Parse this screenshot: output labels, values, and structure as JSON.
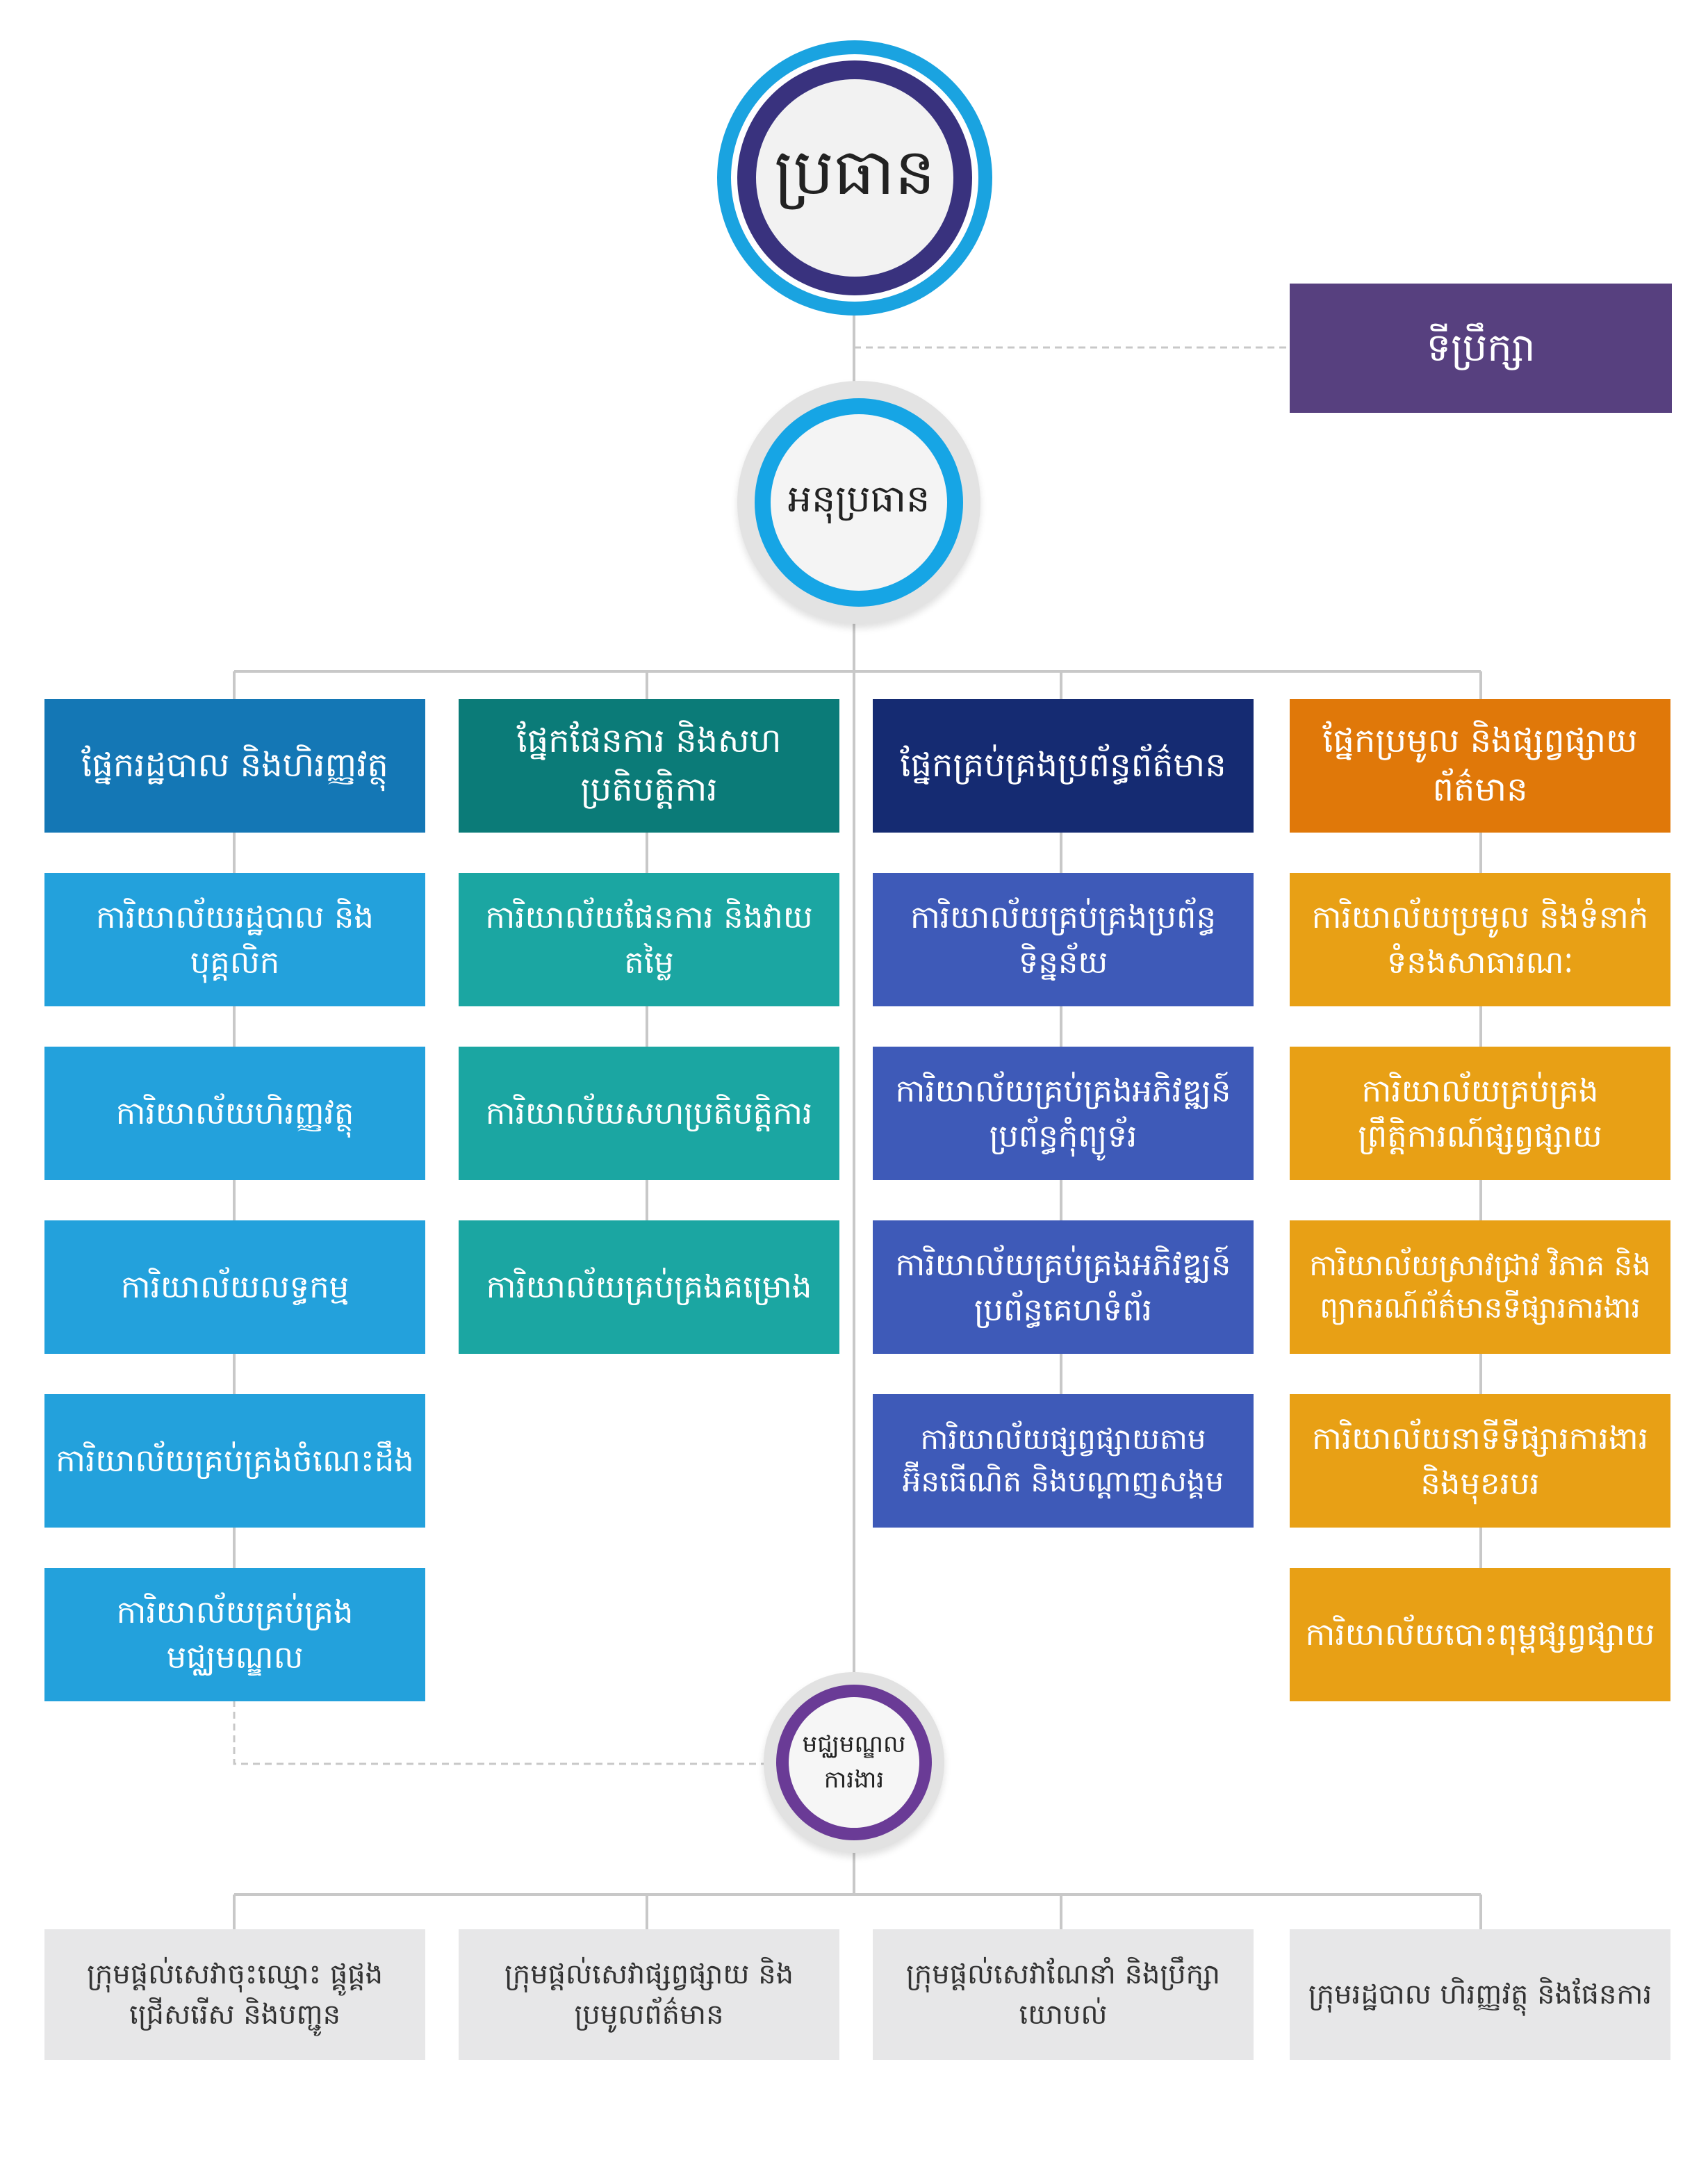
{
  "chairman": {
    "label": "ប្រធាន"
  },
  "advisor": {
    "label": "ទីប្រឹក្សា"
  },
  "vice_chairman": {
    "label": "អនុប្រធាន"
  },
  "departments": [
    {
      "label": "ផ្នែករដ្ឋបាល និងហិរញ្ញវត្ថុ",
      "color": "#1477b5",
      "office_color": "#23a1dc",
      "offices": [
        "ការិយាល័យរដ្ឋបាល និងបុគ្គលិក",
        "ការិយាល័យហិរញ្ញវត្ថុ",
        "ការិយាល័យលទ្ធកម្ម",
        "ការិយាល័យគ្រប់គ្រងចំណេះដឹង",
        "ការិយាល័យគ្រប់គ្រងមជ្ឈមណ្ឌល"
      ]
    },
    {
      "label": "ផ្នែកផែនការ និងសហប្រតិបត្តិការ",
      "color": "#0b7b78",
      "office_color": "#1ba6a2",
      "offices": [
        "ការិយាល័យផែនការ និងវាយតម្លៃ",
        "ការិយាល័យសហប្រតិបត្តិការ",
        "ការិយាល័យគ្រប់គ្រងគម្រោង"
      ]
    },
    {
      "label": "ផ្នែកគ្រប់គ្រងប្រព័ន្ធព័ត៌មាន",
      "color": "#152b72",
      "office_color": "#3e5ab8",
      "offices": [
        "ការិយាល័យគ្រប់គ្រងប្រព័ន្ធទិន្នន័យ",
        "ការិយាល័យគ្រប់គ្រងអភិវឌ្ឍន៍ប្រព័ន្ធកុំព្យូទ័រ",
        "ការិយាល័យគ្រប់គ្រងអភិវឌ្ឍន៍ប្រព័ន្ធគេហទំព័រ",
        "ការិយាល័យផ្សព្វផ្សាយតាមអ៊ីនធើណិត និងបណ្តាញសង្គម"
      ]
    },
    {
      "label": "ផ្នែកប្រមូល និងផ្សព្វផ្សាយព័ត៌មាន",
      "color": "#e07809",
      "office_color": "#e8a015",
      "offices": [
        "ការិយាល័យប្រមូល និងទំនាក់ទំនងសាធារណៈ",
        "ការិយាល័យគ្រប់គ្រងព្រឹត្តិការណ៍ផ្សព្វផ្សាយ",
        "ការិយាល័យស្រាវជ្រាវ វិភាគ និងព្យាករណ៍ព័ត៌មានទីផ្សារការងារ",
        "ការិយាល័យនាទីទីផ្សារការងារ និងមុខរបរ",
        "ការិយាល័យបោះពុម្ពផ្សព្វផ្សាយ"
      ]
    }
  ],
  "job_center": {
    "label": "មជ្ឈមណ្ឌលការងារ"
  },
  "service_groups": [
    "ក្រុមផ្តល់សេវាចុះឈ្មោះ ផ្គូផ្គង ជ្រើសរើស និងបញ្ជូន",
    "ក្រុមផ្តល់សេវាផ្សព្វផ្សាយ និងប្រមូលព័ត៌មាន",
    "ក្រុមផ្តល់សេវាណែនាំ និងប្រឹក្សាយោបល់",
    "ក្រុមរដ្ឋបាល ហិរញ្ញវត្ថុ និងផែនការ"
  ],
  "colors": {
    "chairman_ring_outer": "#1aa3e0",
    "chairman_ring_inner": "#39327e",
    "advisor": "#57407f",
    "vice_ring": "#16a5e5",
    "job_center_ring": "#6a3b96",
    "connector": "#c8c8c8"
  }
}
